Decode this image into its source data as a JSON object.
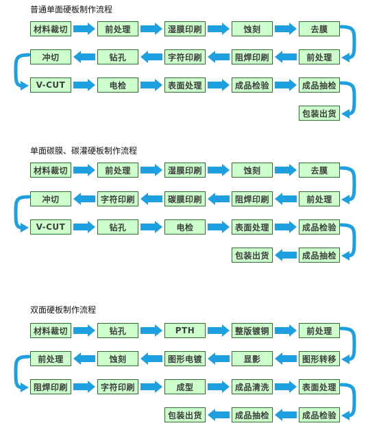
{
  "sections": [
    {
      "title": "普通单面硬板制作流程",
      "rows": [
        [
          "材料裁切",
          "前处理",
          "湿膜印刷",
          "蚀刻",
          "去膜"
        ],
        [
          "冲切",
          "钻孔",
          "字符印刷",
          "阻焊印刷",
          "前处理"
        ],
        [
          "V-CUT",
          "电检",
          "表面处理",
          "成品检验",
          "成品抽检"
        ],
        [
          "",
          "",
          "",
          "",
          "包装出货"
        ]
      ]
    },
    {
      "title": "单面碳膜、碳灌硬板制作流程",
      "rows": [
        [
          "材料裁切",
          "前处理",
          "湿膜印刷",
          "蚀刻",
          "去膜"
        ],
        [
          "冲切",
          "字符印刷",
          "碳膜印刷",
          "阻焊印刷",
          "前处理"
        ],
        [
          "V-CUT",
          "钻孔",
          "电检",
          "表面处理",
          "成品检验"
        ],
        [
          "",
          "",
          "",
          "包装出货",
          "成品抽检"
        ]
      ]
    },
    {
      "title": "双面硬板制作流程",
      "rows": [
        [
          "材料裁切",
          "钻孔",
          "PTH",
          "整版镀铜",
          "前处理"
        ],
        [
          "前处理",
          "蚀刻",
          "图形电镀",
          "显影",
          "图形转移"
        ],
        [
          "阻焊印刷",
          "字符印刷",
          "成型",
          "成品清洗",
          "表面处理"
        ],
        [
          "",
          "",
          "包装出货",
          "成品抽检",
          "成品检验"
        ]
      ]
    }
  ],
  "colors": {
    "box_fill": "#ccffcc",
    "box_border": "#2e6b2e",
    "box_text": "#3d3d3d",
    "arrow": "#1e9fe0"
  }
}
